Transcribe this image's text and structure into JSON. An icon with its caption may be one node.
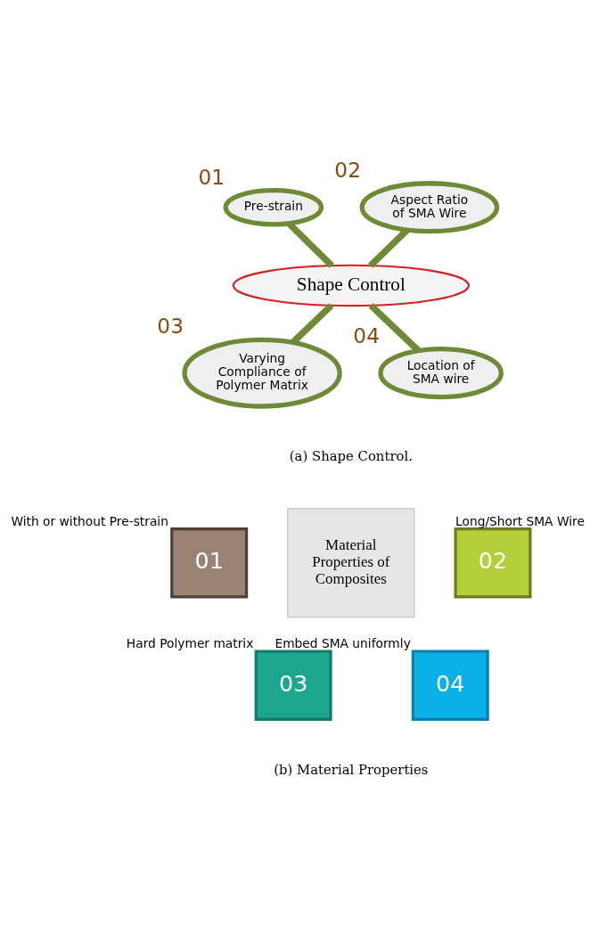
{
  "diagram": {
    "nodes": [
      {
        "text": [
          "Pre-strain"
        ],
        "beside": [
          "01"
        ]
      },
      {
        "text": [
          "Aspect Ratio of SMA Wire"
        ],
        "beside": [
          "02"
        ]
      },
      {
        "text": [
          "Shape Control"
        ]
      },
      {
        "text": [
          "Varying Compliance of Polymer Matrix"
        ],
        "beside": [
          "03"
        ]
      },
      {
        "text": [
          "Location of SMA wire"
        ],
        "beside": [
          "04"
        ]
      },
      {
        "text": [
          "01"
        ],
        "beside": [
          "With or without Pre-strain"
        ]
      },
      {
        "text": [
          "Material Properties of Composites"
        ]
      },
      {
        "text": [
          "02"
        ],
        "beside": [
          "Long/Short SMA Wire"
        ]
      },
      {
        "text": [
          "03"
        ],
        "beside": [
          "Hard Polymer matrix"
        ]
      },
      {
        "text": [
          "04"
        ],
        "beside": [
          "Embed SMA uniformly"
        ]
      }
    ],
    "edges": [
      {
        "from": 0,
        "to": 2,
        "arrow": "none"
      },
      {
        "from": 1,
        "to": 2,
        "arrow": "none"
      },
      {
        "from": 2,
        "to": 3,
        "arrow": "none"
      },
      {
        "from": 2,
        "to": 4,
        "arrow": "none"
      }
    ],
    "labels": [
      "(a) Shape Control.",
      "(b) Material Properties"
    ]
  }
}
